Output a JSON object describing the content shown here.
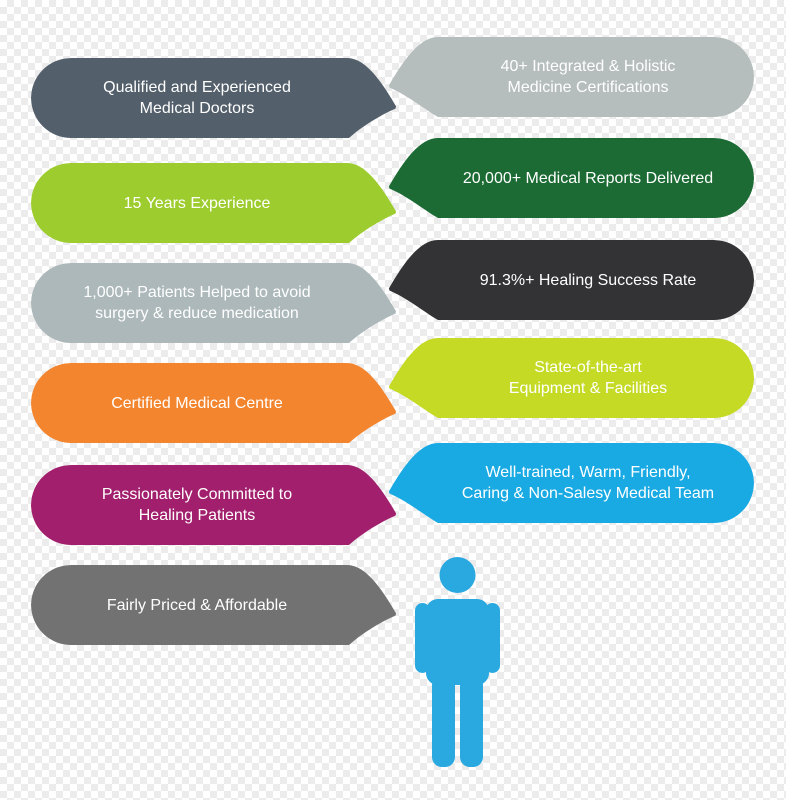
{
  "left_bubbles": [
    {
      "text": "Qualified and Experienced\nMedical Doctors",
      "color": "#535f6b"
    },
    {
      "text": "15 Years Experience",
      "color": "#9dcc2e"
    },
    {
      "text": "1,000+ Patients Helped to avoid\nsurgery & reduce medication",
      "color": "#acb8ba"
    },
    {
      "text": "Certified Medical Centre",
      "color": "#f4852f"
    },
    {
      "text": "Passionately Committed to\nHealing Patients",
      "color": "#a11f6c"
    },
    {
      "text": "Fairly Priced & Affordable",
      "color": "#727272"
    }
  ],
  "right_bubbles": [
    {
      "text": "40+ Integrated & Holistic\nMedicine Certifications",
      "color": "#b6bebd"
    },
    {
      "text": "20,000+ Medical Reports Delivered",
      "color": "#1c6b34"
    },
    {
      "text": "91.3%+ Healing Success Rate",
      "color": "#333335"
    },
    {
      "text": "State-of-the-art\nEquipment & Facilities",
      "color": "#c4da25"
    },
    {
      "text": "Well-trained, Warm, Friendly,\nCaring & Non-Salesy Medical Team",
      "color": "#1aaae3"
    }
  ],
  "figure": {
    "icon": "person-icon",
    "color": "#2aa8e0"
  }
}
